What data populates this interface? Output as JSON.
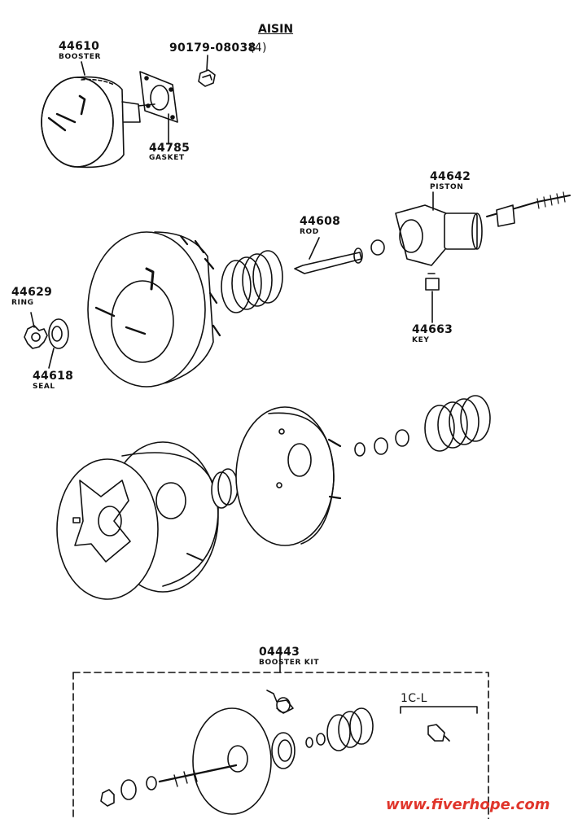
{
  "header": {
    "label": "AISIN"
  },
  "parts": [
    {
      "number": "44610",
      "name": "BOOSTER"
    },
    {
      "number": "90179-08038",
      "qty": "(4)"
    },
    {
      "number": "44785",
      "name": "GASKET"
    },
    {
      "number": "44642",
      "name": "PISTON"
    },
    {
      "number": "44608",
      "name": "ROD"
    },
    {
      "number": "44629",
      "name": "RING"
    },
    {
      "number": "44663",
      "name": "KEY"
    },
    {
      "number": "44618",
      "name": "SEAL"
    }
  ],
  "kit": {
    "number": "04443",
    "name": "BOOSTER KIT",
    "variant": "1C-L"
  },
  "watermark": "www.fiverhope.com",
  "colors": {
    "line": "#111111",
    "background": "#ffffff",
    "watermark": "#e0352b"
  }
}
